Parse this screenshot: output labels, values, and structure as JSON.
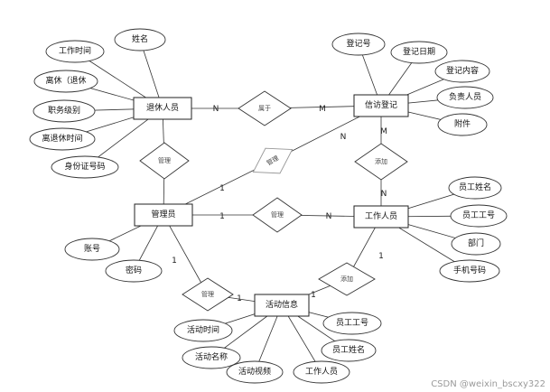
{
  "entities": {
    "retiree": "退休人员",
    "visit_record": "信访登记",
    "admin": "管理员",
    "staff": "工作人员",
    "activity": "活动信息"
  },
  "relationships": {
    "belongs": "属于",
    "manage_retiree": "管理",
    "manage_visit": "管理",
    "add_visit": "添加",
    "manage_staff": "管理",
    "manage_activity": "管理",
    "add_activity": "添加"
  },
  "attributes": {
    "retiree": [
      "姓名",
      "工作时间",
      "离休（退休",
      "职务级别",
      "离退休时间",
      "身份证号码"
    ],
    "visit_record": [
      "登记号",
      "登记日期",
      "登记内容",
      "负责人员",
      "附件"
    ],
    "admin": [
      "账号",
      "密码"
    ],
    "staff": [
      "员工姓名",
      "员工工号",
      "部门",
      "手机号码"
    ],
    "activity": [
      "活动时间",
      "活动名称",
      "活动视频",
      "工作人员",
      "员工工号",
      "员工姓名"
    ]
  },
  "cardinalities": {
    "belongs_left": "N",
    "belongs_right": "M",
    "visit_manage_end": "N",
    "visit_add_top": "M",
    "staff_add_bottom": "N",
    "admin_manage_staff_left": "1",
    "admin_manage_staff_right": "N",
    "admin_manage_visit": "1",
    "admin_manage_activity_top": "1",
    "admin_manage_activity_bottom": "1",
    "staff_add_activity_top": "1",
    "staff_add_activity_bottom": "1"
  },
  "watermark": "CSDN @weixin_bscxy322"
}
